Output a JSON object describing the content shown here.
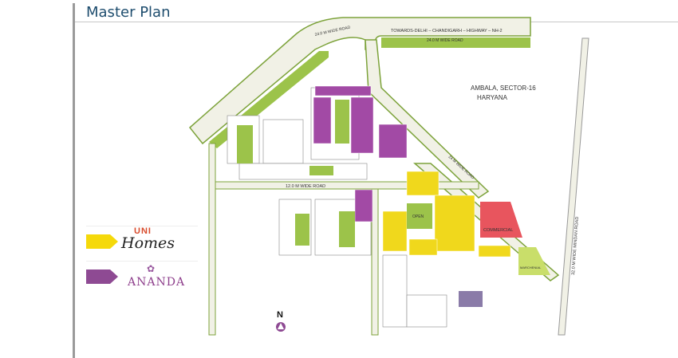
{
  "header": {
    "title": "Master Plan"
  },
  "map": {
    "highway_label": "TOWARDS-DELHI – CHANDIGARH – HIGHWAY – NH-2",
    "road_24_top": "24.0 M WIDE ROAD",
    "road_24_left": "24.0 M WIDE ROAD",
    "road_24_diag": "24 M WIDE ROAD",
    "road_12": "12.0 M WIDE ROAD",
    "road_32": "32.0 M WIDE MINDAN ROAD",
    "location_line1": "AMBALA, SECTOR-16",
    "location_line2": "HARYANA",
    "commercial": "COMMERCIAL",
    "open": "OPEN",
    "park": "MARCHENIAL",
    "north": "N"
  },
  "legend": [
    {
      "brand_top": "UNI",
      "brand": "Homes",
      "color": "#f5d90a"
    },
    {
      "brand": "ANANDA",
      "color": "#8e4a93"
    }
  ],
  "colors": {
    "green": "#9cc34a",
    "road": "#f1f1e6",
    "purple": "#a24aa5",
    "yellow": "#f0d81c",
    "commercial": "#e8555e"
  }
}
